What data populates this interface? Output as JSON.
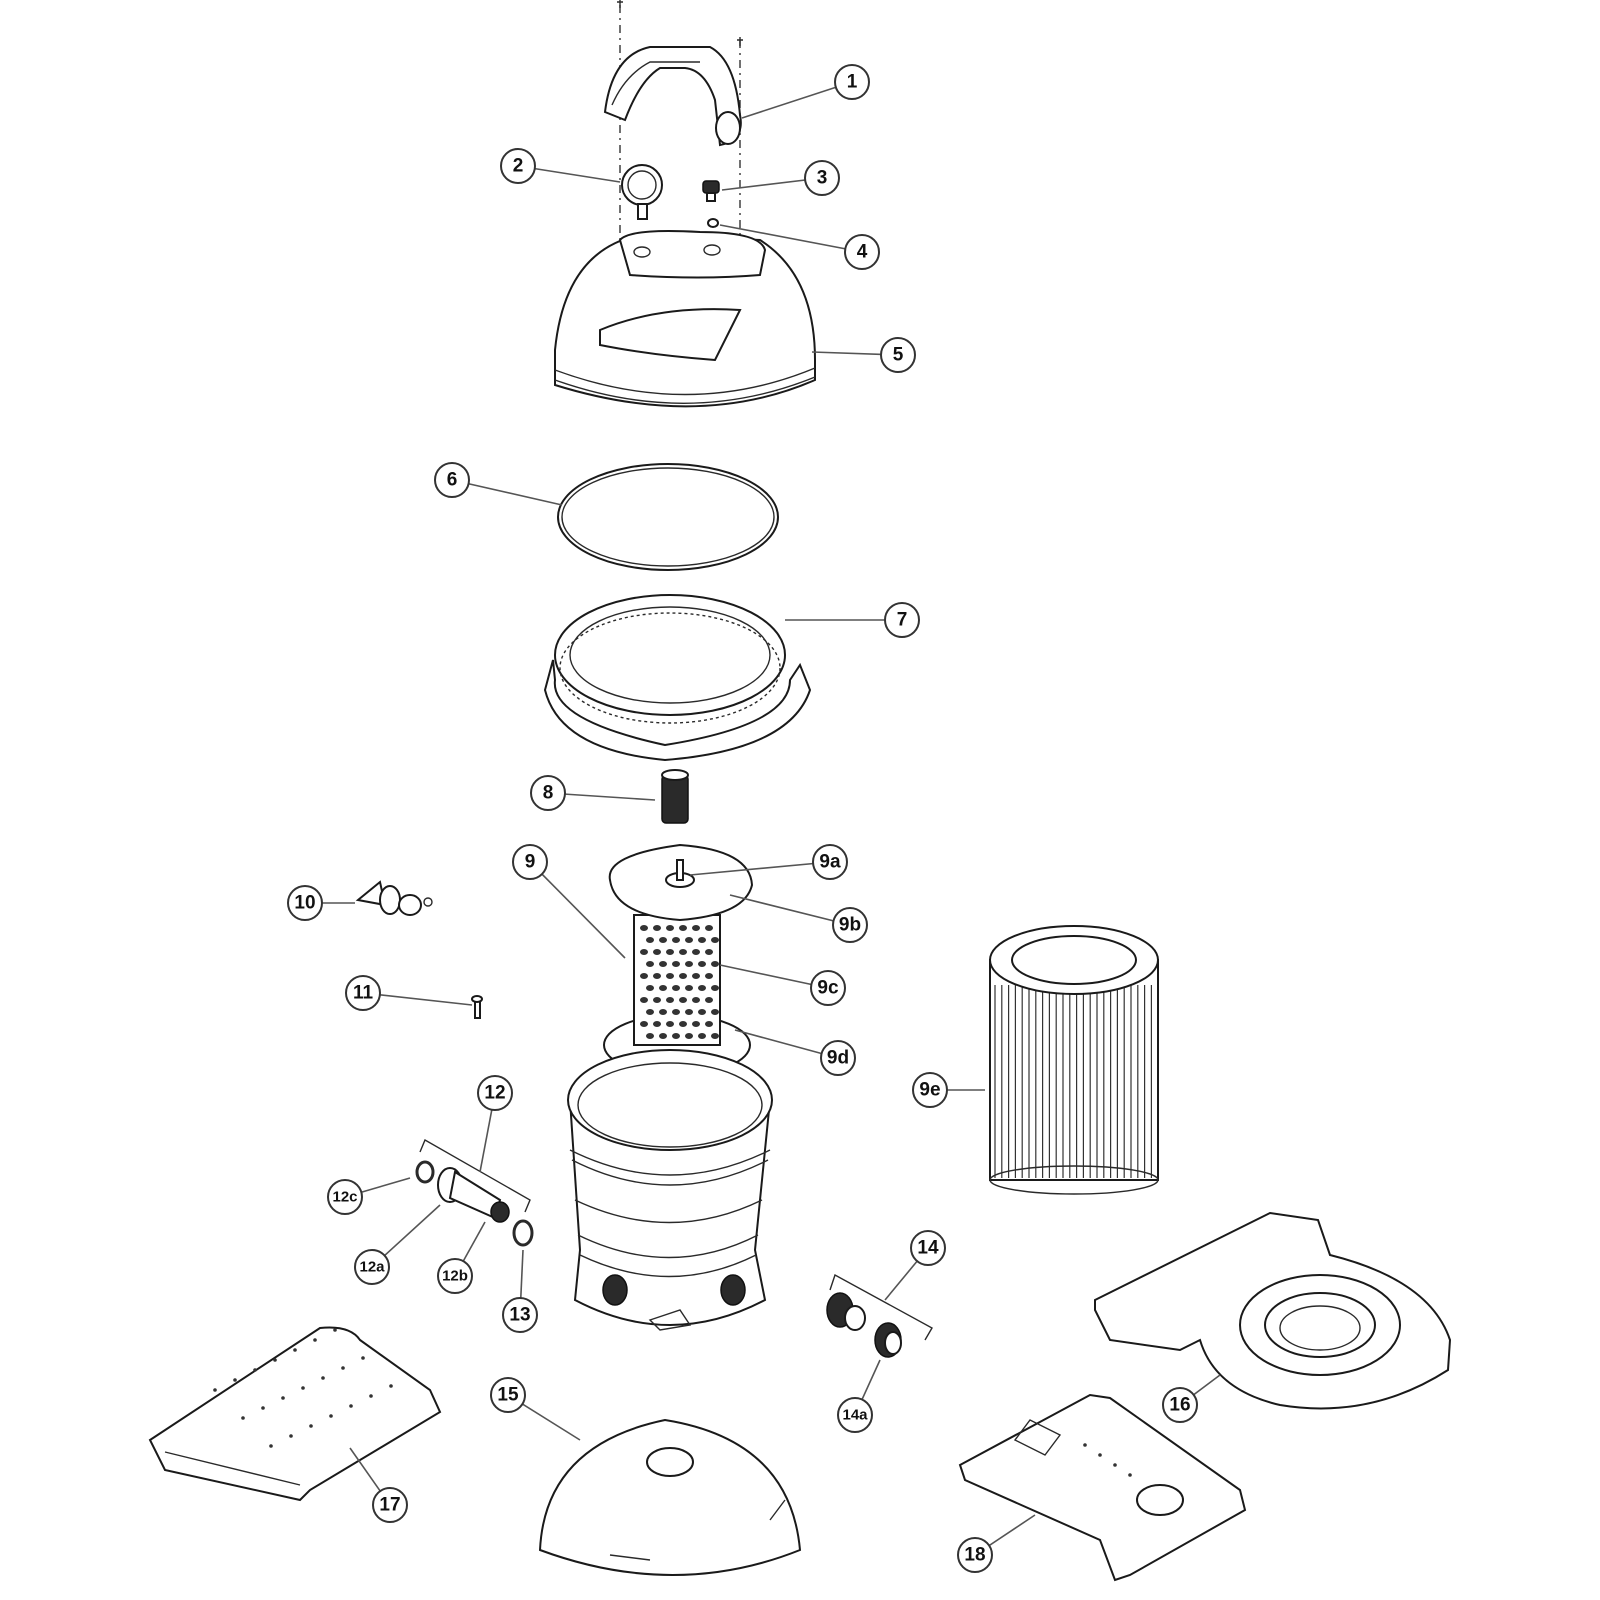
{
  "title": "Filter exploded parts diagram",
  "callouts": [
    {
      "id": "1",
      "label": "1"
    },
    {
      "id": "2",
      "label": "2"
    },
    {
      "id": "3",
      "label": "3"
    },
    {
      "id": "4",
      "label": "4"
    },
    {
      "id": "5",
      "label": "5"
    },
    {
      "id": "6",
      "label": "6"
    },
    {
      "id": "7",
      "label": "7"
    },
    {
      "id": "8",
      "label": "8"
    },
    {
      "id": "9",
      "label": "9"
    },
    {
      "id": "9a",
      "label": "9a"
    },
    {
      "id": "9b",
      "label": "9b"
    },
    {
      "id": "9c",
      "label": "9c"
    },
    {
      "id": "9d",
      "label": "9d"
    },
    {
      "id": "9e",
      "label": "9e"
    },
    {
      "id": "10",
      "label": "10"
    },
    {
      "id": "11",
      "label": "11"
    },
    {
      "id": "12",
      "label": "12"
    },
    {
      "id": "12a",
      "label": "12a"
    },
    {
      "id": "12b",
      "label": "12b"
    },
    {
      "id": "12c",
      "label": "12c"
    },
    {
      "id": "13",
      "label": "13"
    },
    {
      "id": "14",
      "label": "14"
    },
    {
      "id": "14a",
      "label": "14a"
    },
    {
      "id": "15",
      "label": "15"
    },
    {
      "id": "16",
      "label": "16"
    },
    {
      "id": "17",
      "label": "17"
    },
    {
      "id": "18",
      "label": "18"
    }
  ],
  "parts": [
    {
      "id": "handle",
      "callout": "1"
    },
    {
      "id": "pressure-gauge",
      "callout": "2"
    },
    {
      "id": "air-relief-valve",
      "callout": "3"
    },
    {
      "id": "o-ring-small",
      "callout": "4"
    },
    {
      "id": "filter-lid",
      "callout": "5"
    },
    {
      "id": "lid-o-ring",
      "callout": "6"
    },
    {
      "id": "locking-ring",
      "callout": "7"
    },
    {
      "id": "air-relief-screen",
      "callout": "8"
    },
    {
      "id": "manifold-assembly",
      "callout": "9"
    },
    {
      "id": "manifold-nut",
      "callout": "9a"
    },
    {
      "id": "top-plate",
      "callout": "9b"
    },
    {
      "id": "perforated-core",
      "callout": "9c"
    },
    {
      "id": "bottom-plate",
      "callout": "9d"
    },
    {
      "id": "cartridge-element",
      "callout": "9e"
    },
    {
      "id": "drain-cap-assembly",
      "callout": "10"
    },
    {
      "id": "screw",
      "callout": "11"
    },
    {
      "id": "union-assembly",
      "callout": "12"
    },
    {
      "id": "union-nut",
      "callout": "12a"
    },
    {
      "id": "union-tailpiece",
      "callout": "12b"
    },
    {
      "id": "union-o-ring",
      "callout": "12c"
    },
    {
      "id": "port-o-ring",
      "callout": "13"
    },
    {
      "id": "adapter-assembly",
      "callout": "14"
    },
    {
      "id": "adapter-cap",
      "callout": "14a"
    },
    {
      "id": "base-cover",
      "callout": "15"
    },
    {
      "id": "base",
      "callout": "16"
    },
    {
      "id": "left-cover",
      "callout": "17"
    },
    {
      "id": "right-cover",
      "callout": "18"
    }
  ]
}
